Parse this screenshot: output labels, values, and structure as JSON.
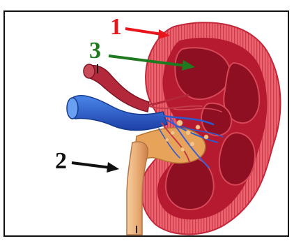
{
  "labels": {
    "one": {
      "text": "1",
      "color": "#e8151c"
    },
    "two": {
      "text": "2",
      "color": "#111111"
    },
    "three": {
      "text": "3",
      "color": "#1f7a1f"
    }
  },
  "colors": {
    "cortex": "#e85a66",
    "medulla": "#b8182c",
    "pelvis": "#e7a35a",
    "ureter": "#e8b07a",
    "vein": "#2a5fcf",
    "artery": "#b3283a"
  },
  "icons": {
    "arrow_one": "red-arrow-icon",
    "arrow_two": "black-arrow-icon",
    "arrow_three": "green-arrow-icon"
  }
}
